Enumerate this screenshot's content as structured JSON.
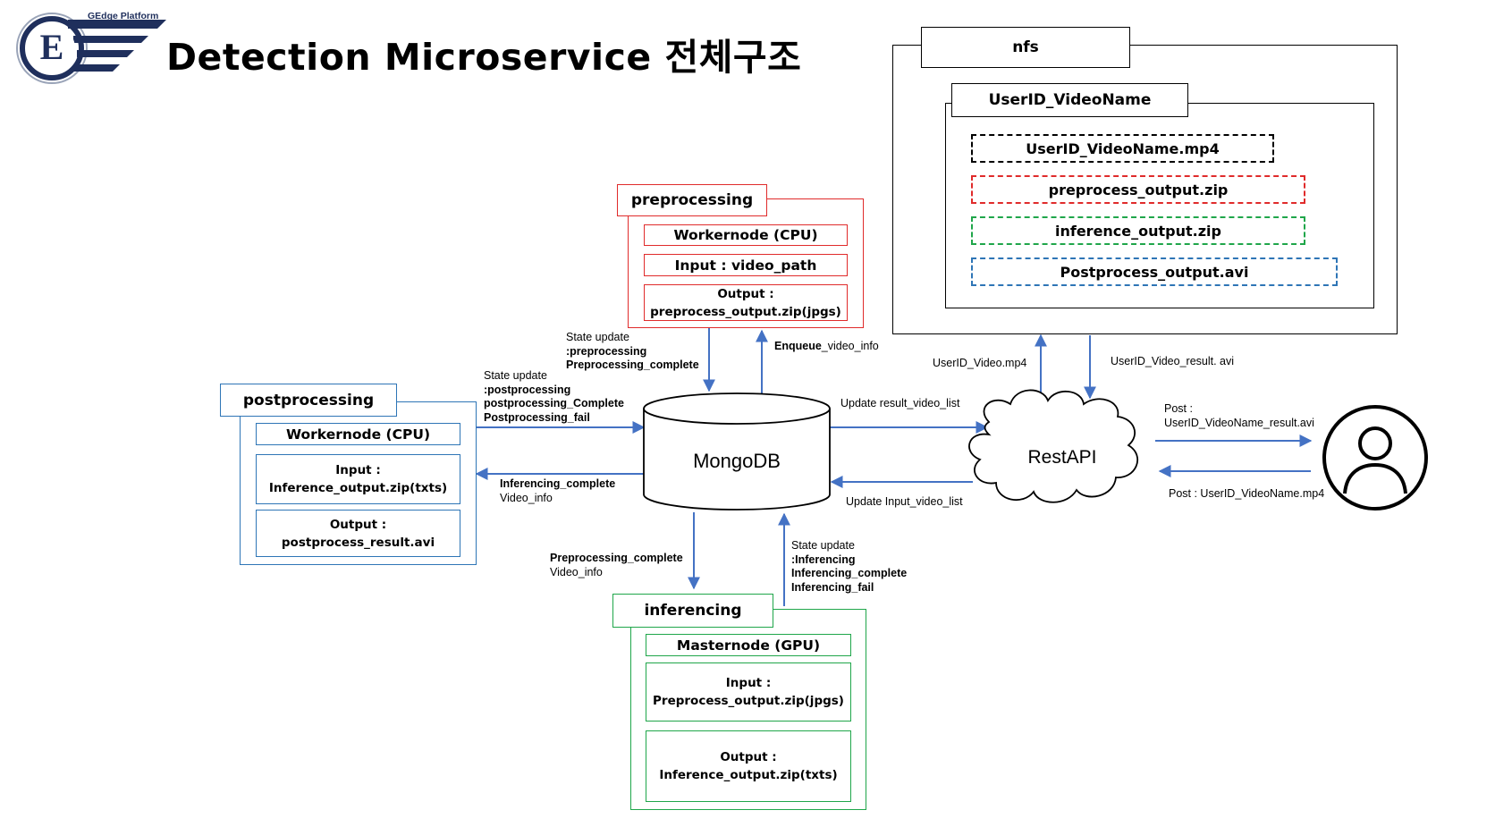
{
  "header": {
    "logo_letter": "E",
    "logo_text": "GEdge Platform",
    "title": "Detection Microservice 전체구조"
  },
  "preprocessing": {
    "title": "preprocessing",
    "node": "Workernode (CPU)",
    "input": "Input : video_path",
    "output_label": "Output :",
    "output_value": "preprocess_output.zip(jpgs)"
  },
  "postprocessing": {
    "title": "postprocessing",
    "node": "Workernode (CPU)",
    "input_label": "Input :",
    "input_value": "Inference_output.zip(txts)",
    "output_label": "Output :",
    "output_value": "postprocess_result.avi"
  },
  "inferencing": {
    "title": "inferencing",
    "node": "Masternode (GPU)",
    "input_label": "Input :",
    "input_value": "Preprocess_output.zip(jpgs)",
    "output_label": "Output :",
    "output_value": "Inference_output.zip(txts)"
  },
  "nfs": {
    "title": "nfs",
    "folder": "UserID_VideoName",
    "files": [
      {
        "name": "UserID_VideoName.mp4",
        "color": "#000000"
      },
      {
        "name": "preprocess_output.zip",
        "color": "#e02b2b"
      },
      {
        "name": "inference_output.zip",
        "color": "#1fa64a"
      },
      {
        "name": "Postprocess_output.avi",
        "color": "#2e75b6"
      }
    ]
  },
  "db": {
    "label": "MongoDB"
  },
  "api": {
    "label": "RestAPI"
  },
  "notes": {
    "pre_state": [
      "State update",
      ":preprocessing",
      "Preprocessing_complete"
    ],
    "enqueue_bold": "Enqueue",
    "enqueue_rest": "_video_info",
    "post_state": [
      "State update",
      ":postprocessing",
      "postprocessing_Complete",
      "Postprocessing_fail"
    ],
    "to_post": [
      "Inferencing_complete",
      "Video_info"
    ],
    "to_inf": [
      "Preprocessing_complete",
      "Video_info"
    ],
    "inf_state": [
      "State update",
      ":Inferencing",
      "Inferencing_complete",
      "Inferencing_fail"
    ],
    "update_result": "Update result_video_list",
    "update_input": "Update Input_video_list",
    "nfs_up": "UserID_Video.mp4",
    "nfs_down": "UserID_Video_result. avi",
    "post_result": [
      "Post :",
      "UserID_VideoName_result.avi"
    ],
    "post_upload": "Post : UserID_VideoName.mp4"
  },
  "colors": {
    "arrow": "#4472c4",
    "pre": "#e02b2b",
    "post": "#2e75b6",
    "inf": "#1fa64a",
    "logo_navy": "#1f2f5c"
  },
  "icons": [
    "logo-emblem",
    "database-cylinder",
    "cloud-shape",
    "user-icon"
  ]
}
